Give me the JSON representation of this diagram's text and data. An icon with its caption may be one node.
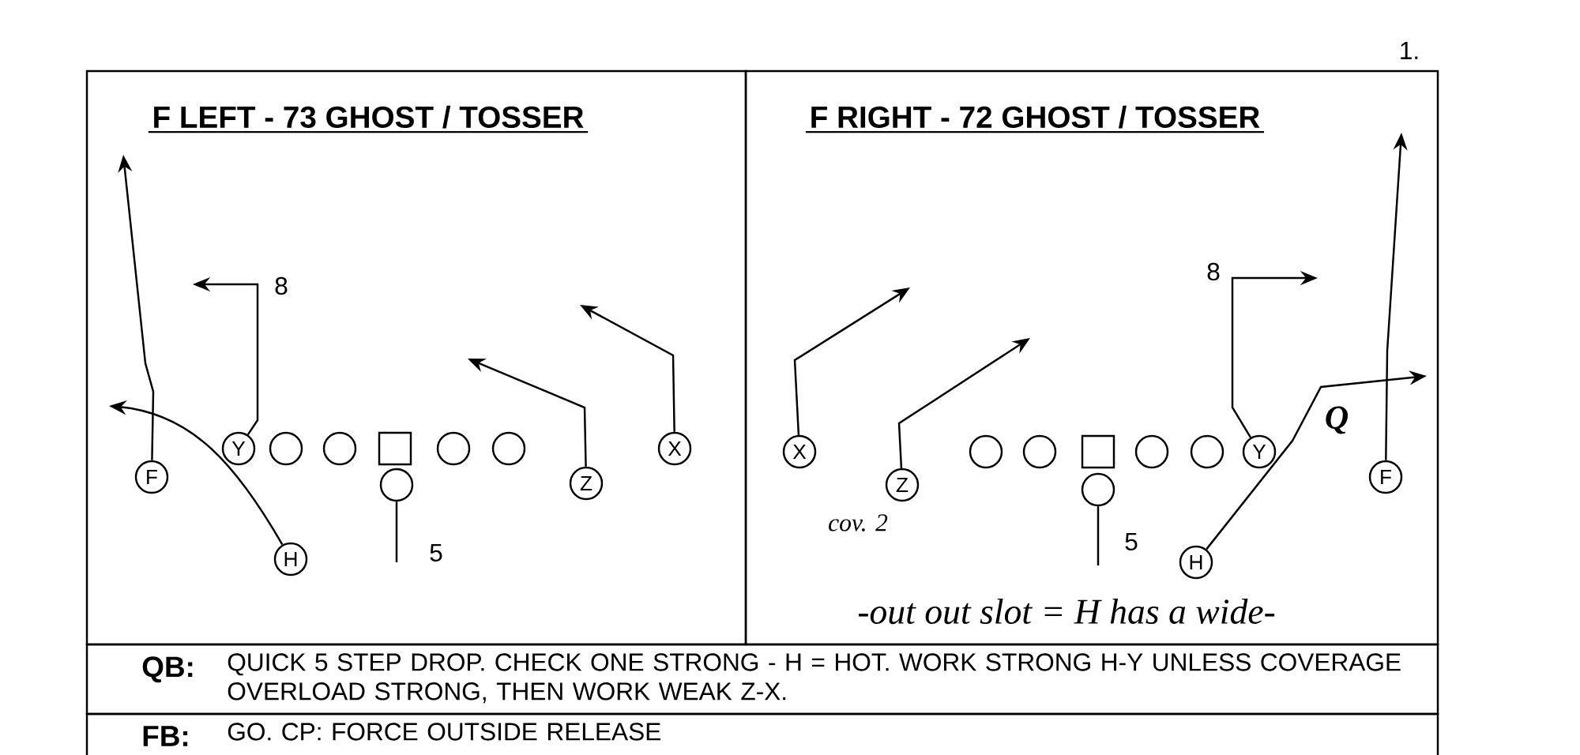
{
  "diagram": {
    "nodes": [
      {
        "text": [
          "F LEFT - 73 GHOST / TOSSER"
        ]
      },
      {
        "text": [
          "F"
        ],
        "in": 0
      },
      {
        "text": [
          "Y"
        ],
        "in": 0
      },
      {
        "text": [],
        "shape": "circle",
        "in": 0
      },
      {
        "text": [],
        "shape": "circle",
        "in": 0
      },
      {
        "text": [],
        "shape": "box",
        "in": 0
      },
      {
        "text": [],
        "shape": "circle",
        "in": 0
      },
      {
        "text": [],
        "shape": "circle",
        "in": 0
      },
      {
        "text": [],
        "shape": "circle",
        "in": 0
      },
      {
        "text": [
          "Z"
        ],
        "in": 0
      },
      {
        "text": [
          "X"
        ],
        "in": 0
      },
      {
        "text": [
          "H"
        ],
        "in": 0
      },
      {
        "text": [
          "F RIGHT - 72 GHOST / TOSSER"
        ]
      },
      {
        "text": [
          "X"
        ],
        "in": 12
      },
      {
        "text": [
          "Z"
        ],
        "in": 12
      },
      {
        "text": [],
        "shape": "circle",
        "in": 12
      },
      {
        "text": [],
        "shape": "circle",
        "in": 12
      },
      {
        "text": [],
        "shape": "box",
        "in": 12
      },
      {
        "text": [],
        "shape": "circle",
        "in": 12
      },
      {
        "text": [],
        "shape": "circle",
        "in": 12
      },
      {
        "text": [],
        "shape": "circle",
        "in": 12
      },
      {
        "text": [
          "Y"
        ],
        "in": 12
      },
      {
        "text": [
          "F"
        ],
        "in": 12
      },
      {
        "text": [
          "H"
        ],
        "in": 12
      },
      {
        "text": [
          "QB:",
          "QUICK 5 STEP DROP. CHECK ONE STRONG - H = HOT. WORK STRONG H-Y UNLESS COVERAGE OVERLOAD STRONG, THEN WORK WEAK Z-X."
        ]
      },
      {
        "text": [
          "FB:",
          "GO. CP: FORCE OUTSIDE RELEASE"
        ]
      }
    ],
    "edges": [
      {
        "from": 1,
        "to": null,
        "arrow": "to"
      },
      {
        "from": 11,
        "to": null,
        "arrow": "to"
      },
      {
        "from": 2,
        "to": null,
        "arrow": "to",
        "label": "8"
      },
      {
        "from": 9,
        "to": null,
        "arrow": "to"
      },
      {
        "from": 10,
        "to": null,
        "arrow": "to"
      },
      {
        "from": 8,
        "to": null,
        "arrow": "none",
        "label": "5"
      },
      {
        "from": 13,
        "to": null,
        "arrow": "to"
      },
      {
        "from": 14,
        "to": null,
        "arrow": "to"
      },
      {
        "from": 21,
        "to": null,
        "arrow": "to",
        "label": "8"
      },
      {
        "from": 22,
        "to": null,
        "arrow": "to"
      },
      {
        "from": 23,
        "to": null,
        "arrow": "to"
      },
      {
        "from": 20,
        "to": null,
        "arrow": "none",
        "label": "5"
      }
    ],
    "labels": [
      "1.",
      "cov. 2",
      "Q",
      "-out out slot = H has a wide-"
    ]
  }
}
